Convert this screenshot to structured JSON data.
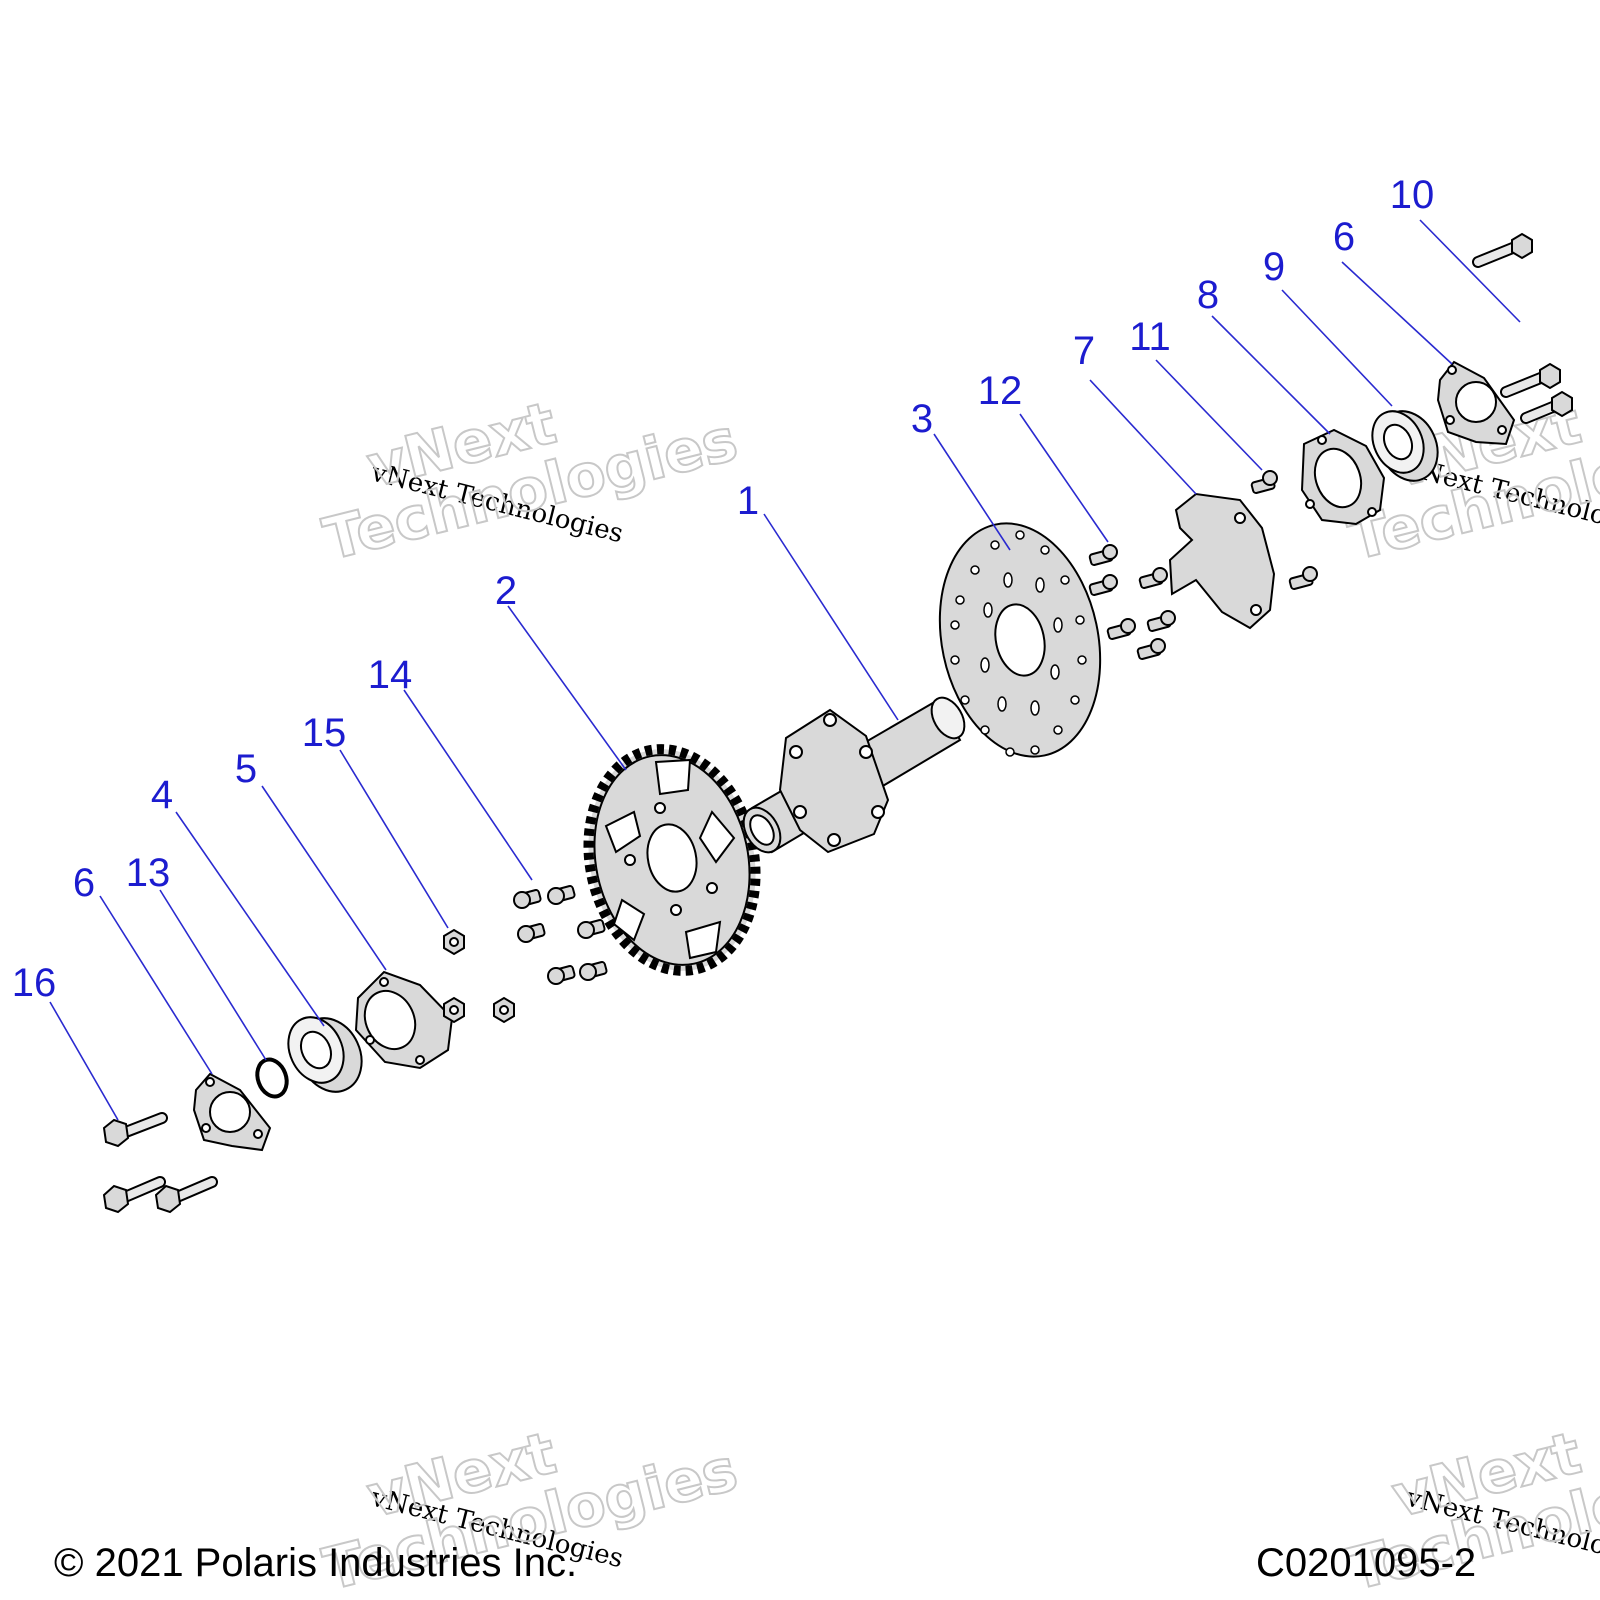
{
  "callouts": [
    {
      "id": "c1",
      "label": "1"
    },
    {
      "id": "c2",
      "label": "2"
    },
    {
      "id": "c3",
      "label": "3"
    },
    {
      "id": "c4",
      "label": "4"
    },
    {
      "id": "c5",
      "label": "5"
    },
    {
      "id": "c6a",
      "label": "6"
    },
    {
      "id": "c6b",
      "label": "6"
    },
    {
      "id": "c7",
      "label": "7"
    },
    {
      "id": "c8",
      "label": "8"
    },
    {
      "id": "c9",
      "label": "9"
    },
    {
      "id": "c10",
      "label": "10"
    },
    {
      "id": "c11",
      "label": "11"
    },
    {
      "id": "c12",
      "label": "12"
    },
    {
      "id": "c13",
      "label": "13"
    },
    {
      "id": "c14",
      "label": "14"
    },
    {
      "id": "c15",
      "label": "15"
    },
    {
      "id": "c16",
      "label": "16"
    }
  ],
  "watermark": {
    "small": "vNext Technologies",
    "big_line1": "vNext",
    "big_line2": "Technologies"
  },
  "footer": {
    "copyright": "© 2021 Polaris Industries Inc.",
    "drawing_code": "C0201095-2"
  },
  "colors": {
    "callout": "#1c1ccf",
    "part_fill": "#d9d9d9"
  }
}
